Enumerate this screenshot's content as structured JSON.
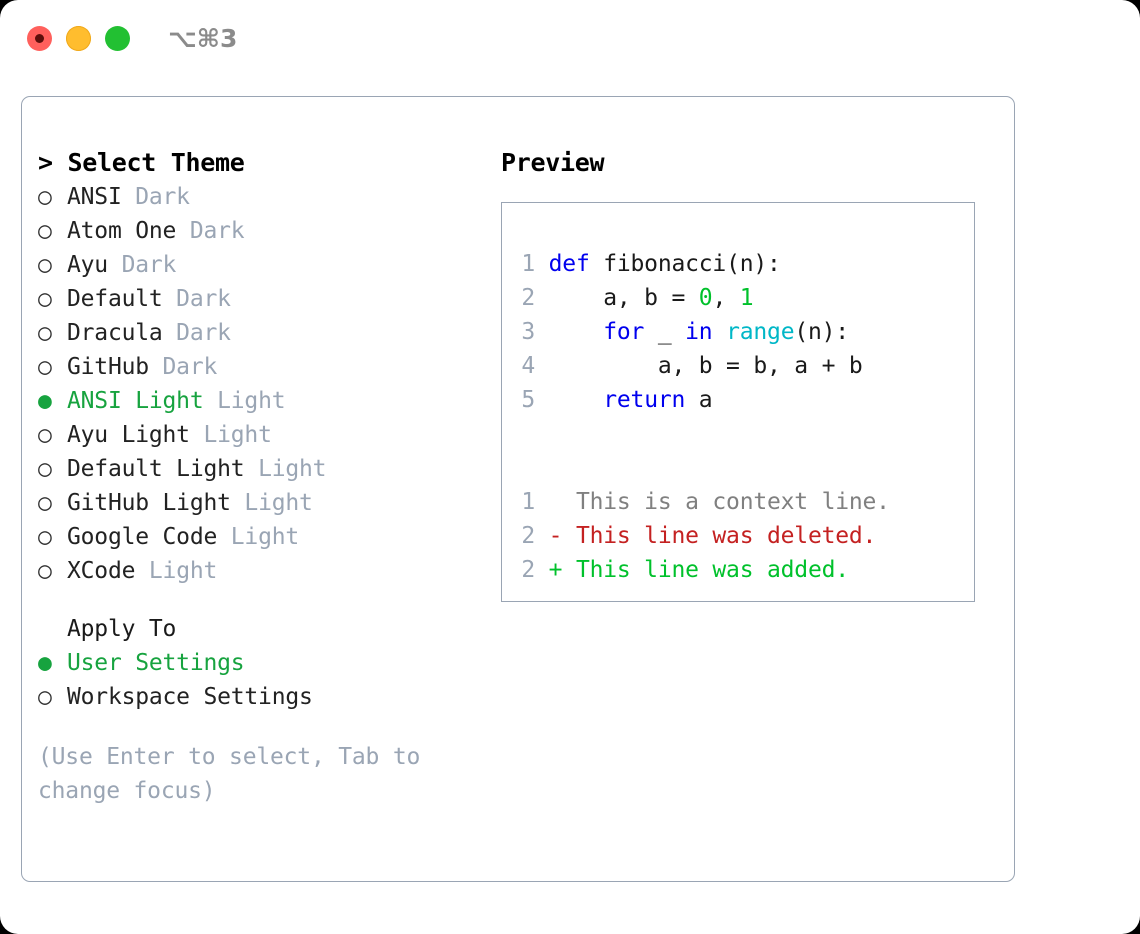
{
  "window": {
    "shortcut_label": "⌥⌘3",
    "traffic_lights": [
      {
        "name": "close",
        "color": "#ff605c"
      },
      {
        "name": "minimize",
        "color": "#ffbd2e"
      },
      {
        "name": "maximize",
        "color": "#22c032"
      }
    ]
  },
  "theme_picker": {
    "title": "> Select Theme",
    "selected_marker": "●",
    "unselected_marker": "○",
    "accent_color": "#17a33f",
    "muted_color": "#9aa5b4",
    "items": [
      {
        "marker": "○",
        "name": "ANSI",
        "variant": "Dark",
        "selected": false
      },
      {
        "marker": "○",
        "name": "Atom One",
        "variant": "Dark",
        "selected": false
      },
      {
        "marker": "○",
        "name": "Ayu",
        "variant": "Dark",
        "selected": false
      },
      {
        "marker": "○",
        "name": "Default",
        "variant": "Dark",
        "selected": false
      },
      {
        "marker": "○",
        "name": "Dracula",
        "variant": "Dark",
        "selected": false
      },
      {
        "marker": "○",
        "name": "GitHub",
        "variant": "Dark",
        "selected": false
      },
      {
        "marker": "●",
        "name": "ANSI Light",
        "variant": "Light",
        "selected": true
      },
      {
        "marker": "○",
        "name": "Ayu Light",
        "variant": "Light",
        "selected": false
      },
      {
        "marker": "○",
        "name": "Default Light",
        "variant": "Light",
        "selected": false
      },
      {
        "marker": "○",
        "name": "GitHub Light",
        "variant": "Light",
        "selected": false
      },
      {
        "marker": "○",
        "name": "Google Code",
        "variant": "Light",
        "selected": false
      },
      {
        "marker": "○",
        "name": "XCode",
        "variant": "Light",
        "selected": false
      }
    ]
  },
  "apply_to": {
    "header": "Apply To",
    "items": [
      {
        "marker": "●",
        "name": "User Settings",
        "selected": true
      },
      {
        "marker": "○",
        "name": "Workspace Settings",
        "selected": false
      }
    ]
  },
  "hint": "(Use Enter to select, Tab to change focus)",
  "preview": {
    "title": "Preview",
    "code_lines": [
      {
        "no": "1",
        "tokens": [
          {
            "t": "def",
            "c": "kw"
          },
          {
            "t": " fibonacci(n):",
            "c": "plain"
          }
        ]
      },
      {
        "no": "2",
        "tokens": [
          {
            "t": "    a, b = ",
            "c": "plain"
          },
          {
            "t": "0",
            "c": "num"
          },
          {
            "t": ", ",
            "c": "plain"
          },
          {
            "t": "1",
            "c": "num"
          }
        ]
      },
      {
        "no": "3",
        "tokens": [
          {
            "t": "    ",
            "c": "plain"
          },
          {
            "t": "for",
            "c": "kw"
          },
          {
            "t": " _ ",
            "c": "plain"
          },
          {
            "t": "in",
            "c": "kw"
          },
          {
            "t": " ",
            "c": "plain"
          },
          {
            "t": "range",
            "c": "fn"
          },
          {
            "t": "(n):",
            "c": "plain"
          }
        ]
      },
      {
        "no": "4",
        "tokens": [
          {
            "t": "        a, b = b, a + b",
            "c": "plain"
          }
        ]
      },
      {
        "no": "5",
        "tokens": [
          {
            "t": "    ",
            "c": "plain"
          },
          {
            "t": "return",
            "c": "kw"
          },
          {
            "t": " a",
            "c": "plain"
          }
        ]
      }
    ],
    "diff_lines": [
      {
        "no": "1",
        "sign": " ",
        "text": " This is a context line.",
        "kind": "ctx"
      },
      {
        "no": "2",
        "sign": "-",
        "text": " This line was deleted.",
        "kind": "del"
      },
      {
        "no": "2",
        "sign": "+",
        "text": " This line was added.",
        "kind": "add"
      }
    ]
  }
}
